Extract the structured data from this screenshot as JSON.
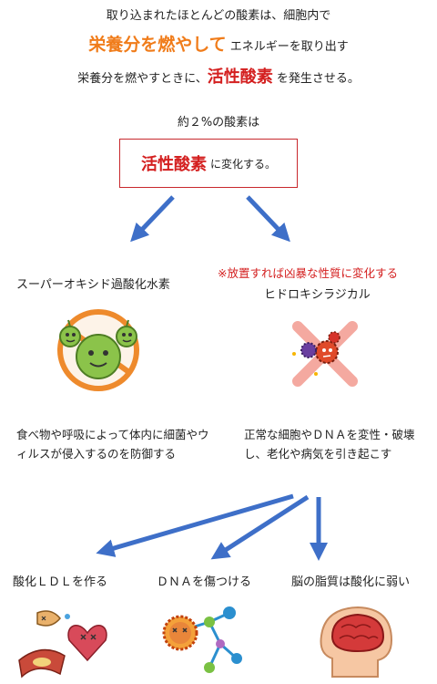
{
  "header": {
    "line1": "取り込まれたほとんどの酸素は、細胞内で",
    "line2_highlight": "栄養分を燃やして",
    "line2_rest": "エネルギーを取り出す",
    "line3_pre": "栄養分を燃やすときに、",
    "line3_highlight": "活性酸素",
    "line3_post": "を発生させる。"
  },
  "intro": "約２%の酸素は",
  "center_box": {
    "highlight": "活性酸素",
    "rest": "に変化する。"
  },
  "left_branch": {
    "title": "スーパーオキシド過酸化水素",
    "description": "食べ物や呼吸によって体内に細菌やウィルスが侵入するのを防御する"
  },
  "right_branch": {
    "warning": "※放置すれば凶暴な性質に変化する",
    "title": "ヒドロキシラジカル",
    "description": "正常な細胞やＤＮＡを変性・破壊し、老化や病気を引き起こす"
  },
  "effects": [
    {
      "label": "酸化ＬＤＬを作る"
    },
    {
      "label": "ＤＮＡを傷つける"
    },
    {
      "label": "脳の脂質は酸化に弱い"
    }
  ],
  "colors": {
    "arrow": "#3e6fc8",
    "orange_highlight": "#f07c1a",
    "red_highlight": "#d42020",
    "box_border": "#c8282d"
  }
}
